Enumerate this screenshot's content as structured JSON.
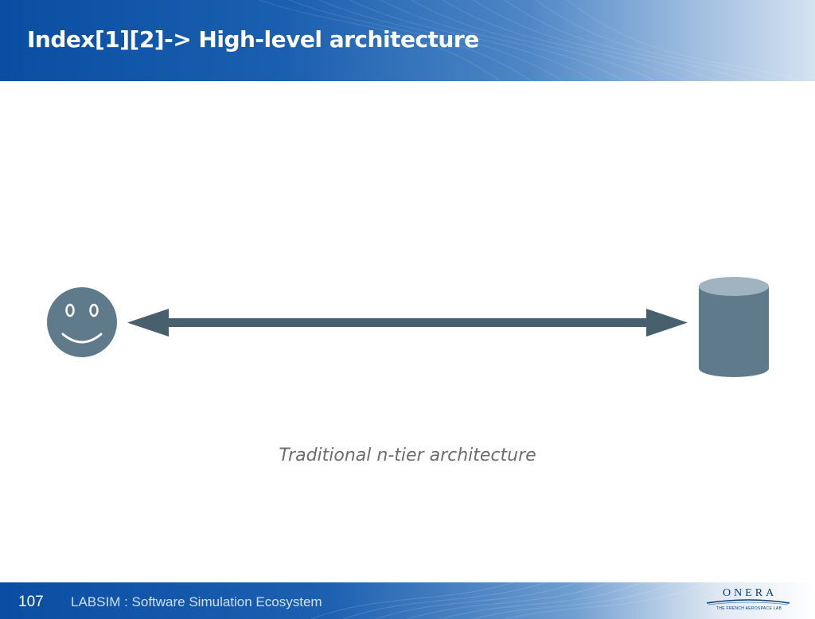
{
  "header": {
    "title": "Index[1][2]-> High-level architecture"
  },
  "diagram": {
    "caption": "Traditional n-tier architecture",
    "nodes": [
      {
        "role": "user",
        "icon": "smiley-face-icon"
      },
      {
        "role": "storage",
        "icon": "database-cylinder-icon"
      }
    ],
    "connection": {
      "direction": "bidirectional"
    },
    "colors": {
      "node_fill": "#5f7a8a",
      "arrow": "#48606e",
      "cylinder_top": "#9fb3c0",
      "caption": "#6d6d6d"
    }
  },
  "footer": {
    "page_number": "107",
    "text": "LABSIM : Software Simulation Ecosystem",
    "logo": {
      "word": "ONERA",
      "tagline": "THE FRENCH AEROSPACE LAB"
    }
  },
  "colors": {
    "brand_blue": "#0a4ea3",
    "title_text": "#ffffff"
  }
}
